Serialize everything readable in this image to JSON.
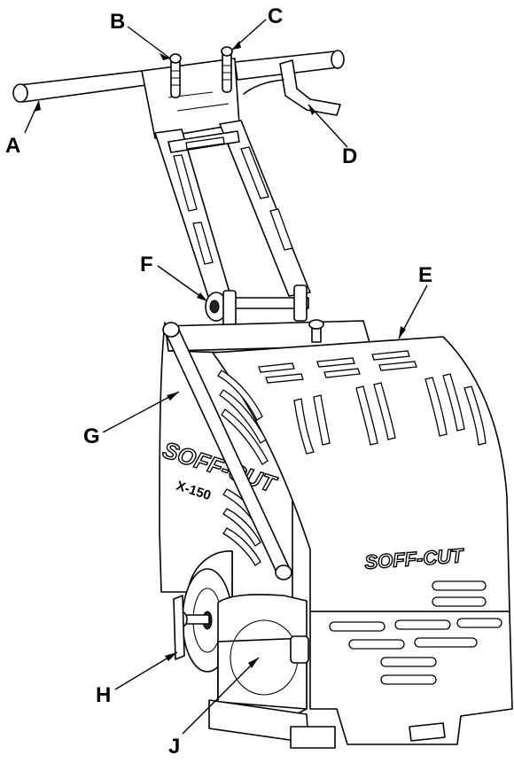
{
  "diagram": {
    "callouts": {
      "a": "A",
      "b": "B",
      "c": "C",
      "d": "D",
      "e": "E",
      "f": "F",
      "g": "G",
      "h": "H",
      "j": "J"
    },
    "side_brand": "SOFF-CUT",
    "side_model": "X-150",
    "front_brand": "SOFF-CUT"
  }
}
